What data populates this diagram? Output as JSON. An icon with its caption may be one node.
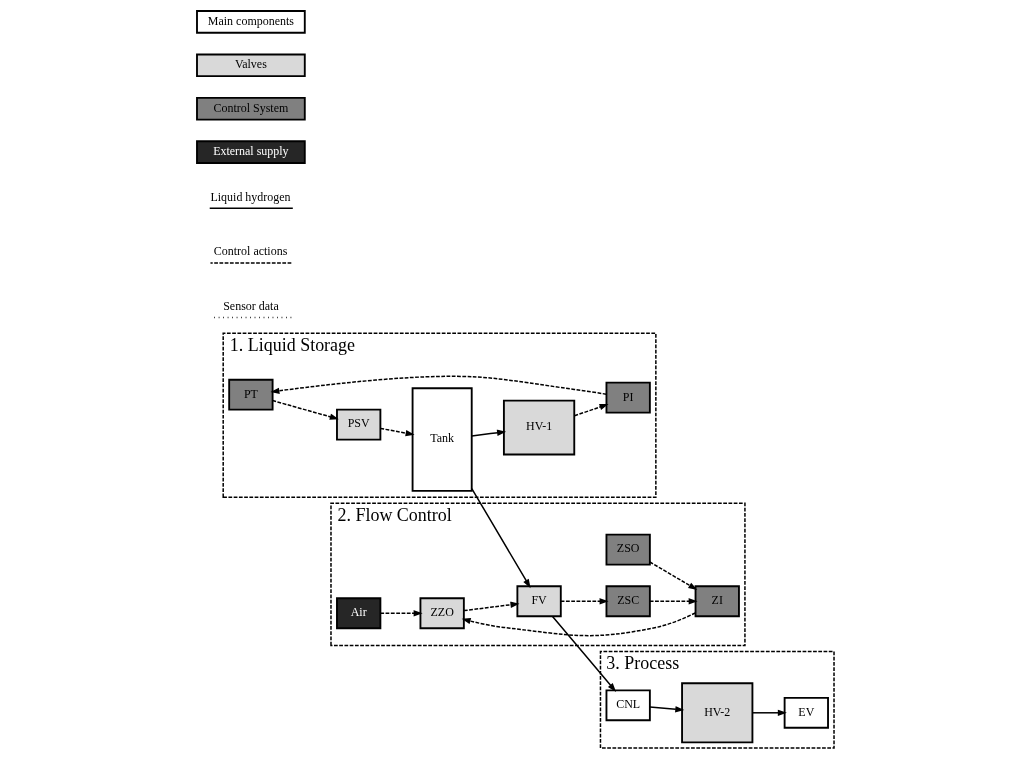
{
  "diagram": {
    "nodes": [
      {
        "text": [
          "1. Liquid Storage"
        ]
      },
      {
        "text": [
          "PT"
        ],
        "in": 0
      },
      {
        "text": [
          "PSV"
        ],
        "in": 0
      },
      {
        "text": [
          "PI"
        ],
        "in": 0
      },
      {
        "text": [
          "HV-1"
        ],
        "in": 0
      },
      {
        "text": [
          "Tank"
        ],
        "in": 0
      },
      {
        "text": [
          "2. Flow Control"
        ]
      },
      {
        "text": [
          "Air"
        ],
        "in": 6
      },
      {
        "text": [
          "ZZO"
        ],
        "in": 6
      },
      {
        "text": [
          "ZI"
        ],
        "in": 6
      },
      {
        "text": [
          "ZSO"
        ],
        "in": 6
      },
      {
        "text": [
          "ZSC"
        ],
        "in": 6
      },
      {
        "text": [
          "FV"
        ],
        "in": 6
      },
      {
        "text": [
          "3. Process"
        ]
      },
      {
        "text": [
          "CNL"
        ],
        "in": 13
      },
      {
        "text": [
          "HV-2"
        ],
        "in": 13
      },
      {
        "text": [
          "EV"
        ],
        "in": 13
      }
    ],
    "edges": [
      {
        "from": 3,
        "to": 1,
        "arrow": "to",
        "style": "dashed"
      },
      {
        "from": 1,
        "to": 2,
        "arrow": "to",
        "style": "dashed"
      },
      {
        "from": 2,
        "to": 5,
        "arrow": "to",
        "style": "dashed"
      },
      {
        "from": 5,
        "to": 4,
        "arrow": "to"
      },
      {
        "from": 4,
        "to": 3,
        "arrow": "to",
        "style": "dashed"
      },
      {
        "from": 5,
        "to": 12,
        "arrow": "to"
      },
      {
        "from": 7,
        "to": 8,
        "arrow": "to",
        "style": "dashed"
      },
      {
        "from": 8,
        "to": 12,
        "arrow": "to",
        "style": "dashed"
      },
      {
        "from": 9,
        "to": 8,
        "arrow": "to",
        "style": "dashed"
      },
      {
        "from": 10,
        "to": 9,
        "arrow": "to",
        "style": "dashed"
      },
      {
        "from": 11,
        "to": 9,
        "arrow": "to",
        "style": "dashed"
      },
      {
        "from": 12,
        "to": 11,
        "arrow": "to",
        "style": "dashed"
      },
      {
        "from": 12,
        "to": 14,
        "arrow": "to"
      },
      {
        "from": 14,
        "to": 15,
        "arrow": "to"
      },
      {
        "from": 15,
        "to": 16,
        "arrow": "to"
      }
    ],
    "legend": [
      {
        "text": "Main components",
        "color": "#ffffff"
      },
      {
        "text": "Valves",
        "color": "#d9d9d9"
      },
      {
        "text": "Control System",
        "color": "#808080"
      },
      {
        "text": "External supply",
        "color": "#262626"
      },
      {
        "text": "Liquid hydrogen"
      },
      {
        "text": "Control actions"
      },
      {
        "text": "Sensor data"
      }
    ]
  }
}
